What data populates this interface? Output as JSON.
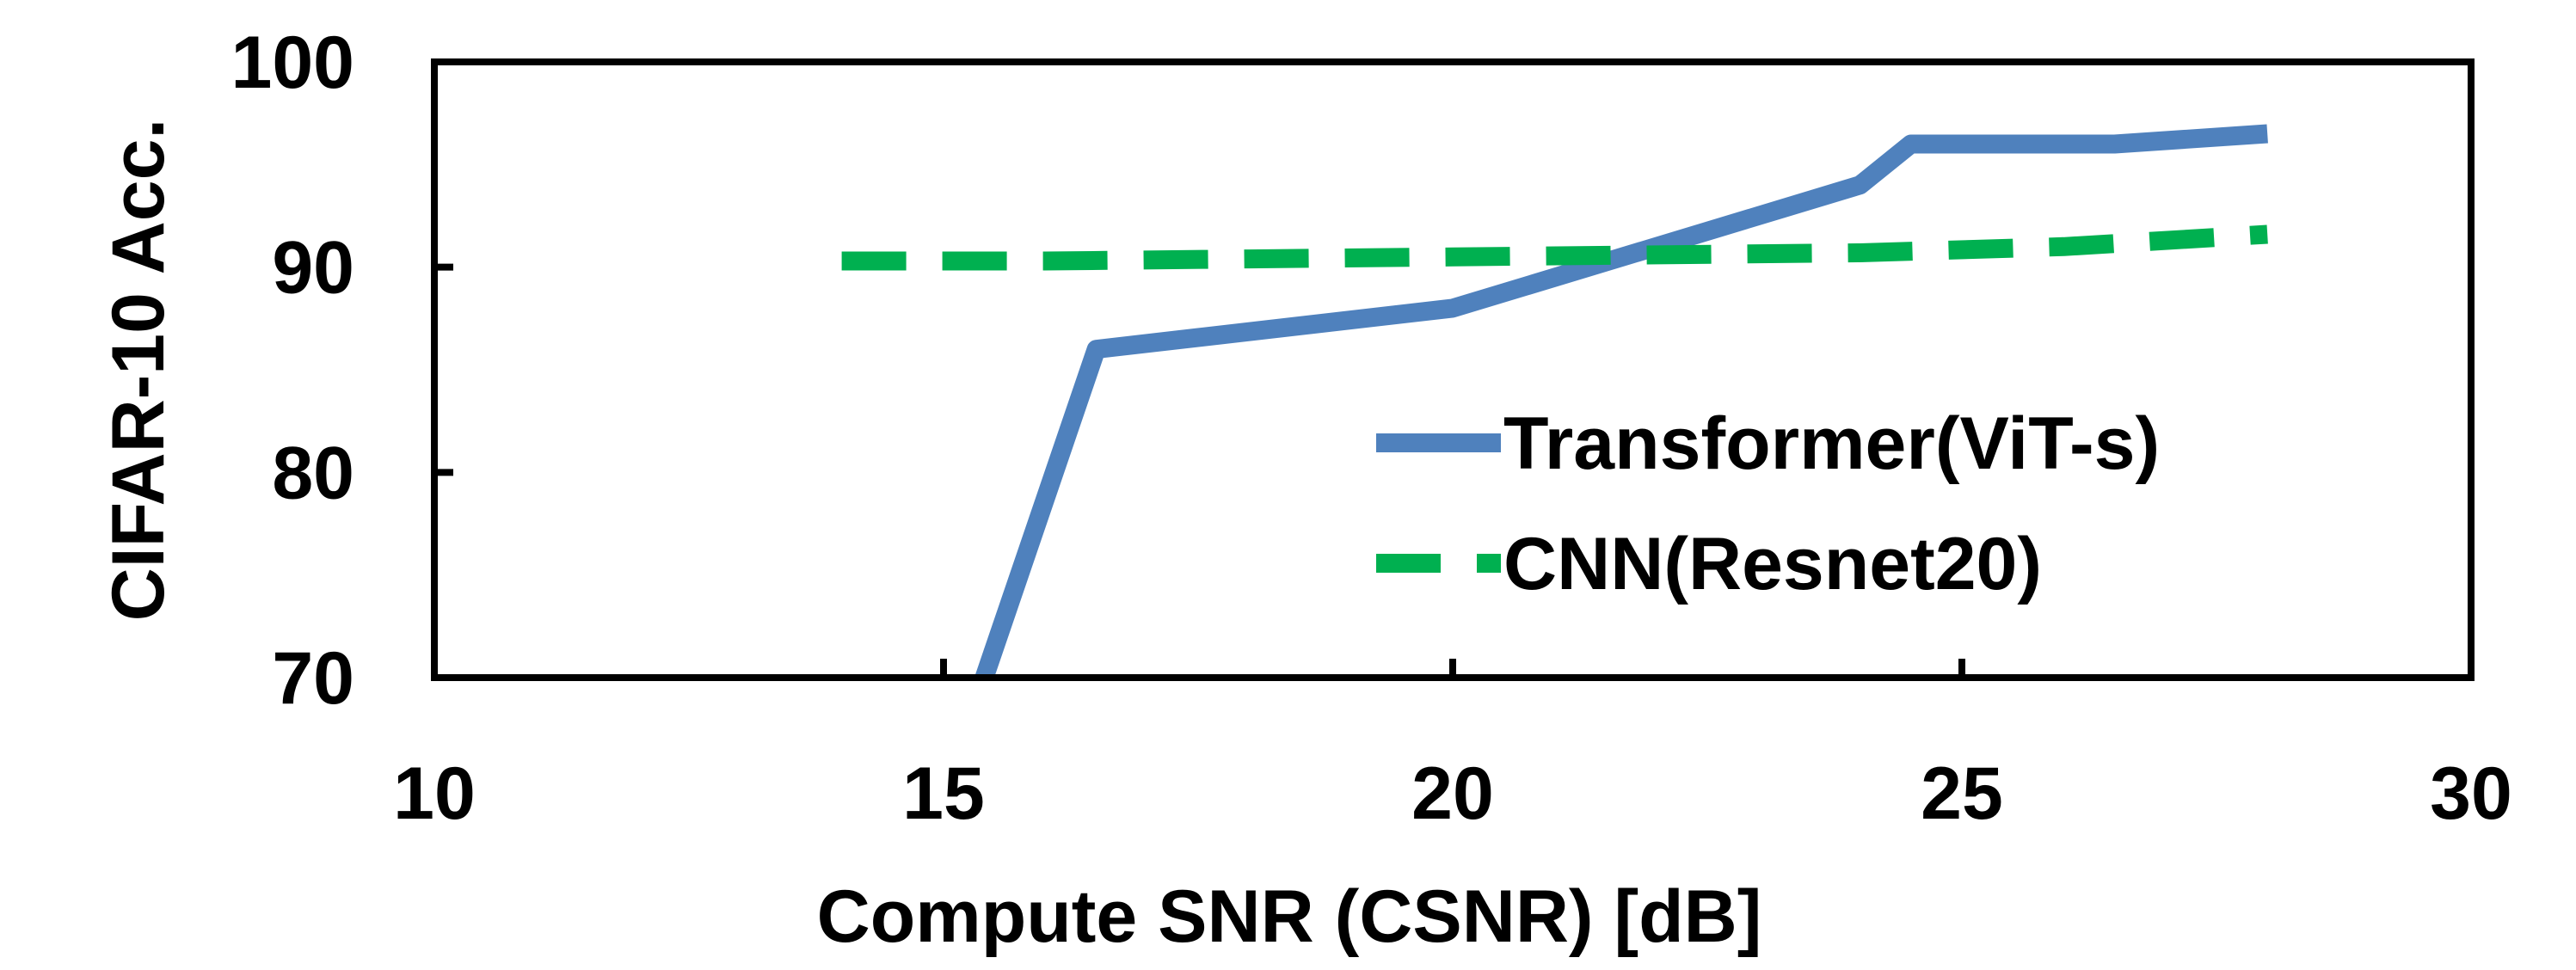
{
  "chart_data": {
    "type": "line",
    "xlabel": "Compute SNR (CSNR) [dB]",
    "ylabel": "CIFAR-10  Acc.",
    "xlim": [
      10,
      30
    ],
    "ylim": [
      70,
      100
    ],
    "xticks": [
      "10",
      "15",
      "20",
      "25",
      "30"
    ],
    "yticks": [
      "70",
      "80",
      "90",
      "100"
    ],
    "grid": false,
    "legend_position": "bottom-right",
    "series": [
      {
        "name": "Transformer(ViT-s)",
        "color": "#4F81BD",
        "style": "solid",
        "x": [
          15.4,
          16.5,
          20,
          24,
          24.5,
          26.5,
          28
        ],
        "y": [
          70,
          86,
          88,
          94,
          96,
          96,
          96.5
        ]
      },
      {
        "name": "CNN(Resnet20)",
        "color": "#00B050",
        "style": "dashed",
        "x": [
          14,
          16,
          18,
          20,
          22,
          24,
          26,
          28
        ],
        "y": [
          90.3,
          90.3,
          90.4,
          90.5,
          90.6,
          90.7,
          91,
          91.6
        ]
      }
    ]
  }
}
